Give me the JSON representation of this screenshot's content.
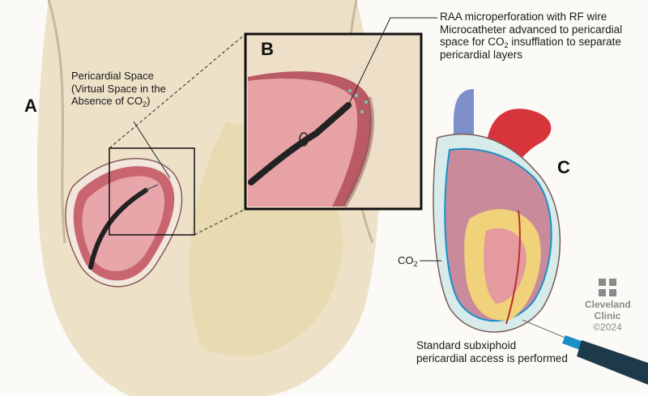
{
  "panels": {
    "a": "A",
    "b": "B",
    "c": "C"
  },
  "labels": {
    "pericardial_line1": "Pericardial Space",
    "pericardial_line2": "(Virtual Space in the",
    "pericardial_line3_pre": "Absence of CO",
    "pericardial_line3_sub": "2",
    "pericardial_line3_post": ")",
    "raa_line1": "RAA microperforation with RF wire",
    "raa_line2": "Microcatheter advanced to pericardial",
    "raa_line3_pre": "space for CO",
    "raa_line3_sub": "2",
    "raa_line3_post": " insufflation to separate",
    "raa_line4": "pericardial layers",
    "co2_pre": "CO",
    "co2_sub": "2",
    "subxiphoid_line1": "Standard subxiphoid",
    "subxiphoid_line2": "pericardial access is performed"
  },
  "logo": {
    "line1": "Cleveland",
    "line2": "Clinic",
    "copyright": "©2024"
  },
  "colors": {
    "tissue": "#ecdcc0",
    "pericardium": "#d98a94",
    "fluid": "#cfe6e2",
    "fat": "#f0d27a",
    "accent": "#1a8fc8"
  }
}
